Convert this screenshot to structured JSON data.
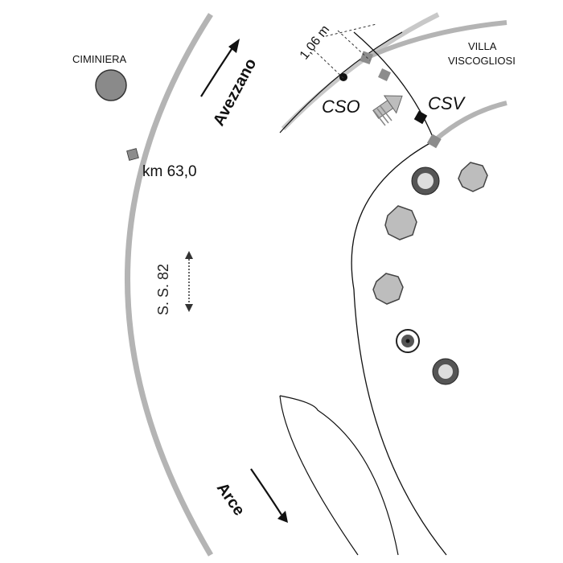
{
  "map": {
    "labels": {
      "chimney": "CIMINIERA",
      "villa_line1": "VILLA",
      "villa_line2": "VISCOGLIOSI",
      "km_marker": "km  63,0",
      "to_north": "Avezzano",
      "to_south": "Arce",
      "road": "S. S. 82",
      "cso": "CSO",
      "csv": "CSV",
      "distance": "1,06 m"
    },
    "icons": [
      "chimney-circle",
      "km-marker",
      "direction-arrow",
      "tree-icon",
      "shrub-icon",
      "well-icon",
      "observation-arrow"
    ],
    "colors": {
      "road_edge": "#b4b4b4",
      "station_marker": "#8c8c8c",
      "csv_marker": "#111111",
      "chimney_fill": "#8a8a8a",
      "tree_fill": "#bdbdbd",
      "shrub_fill": "#555555"
    }
  }
}
